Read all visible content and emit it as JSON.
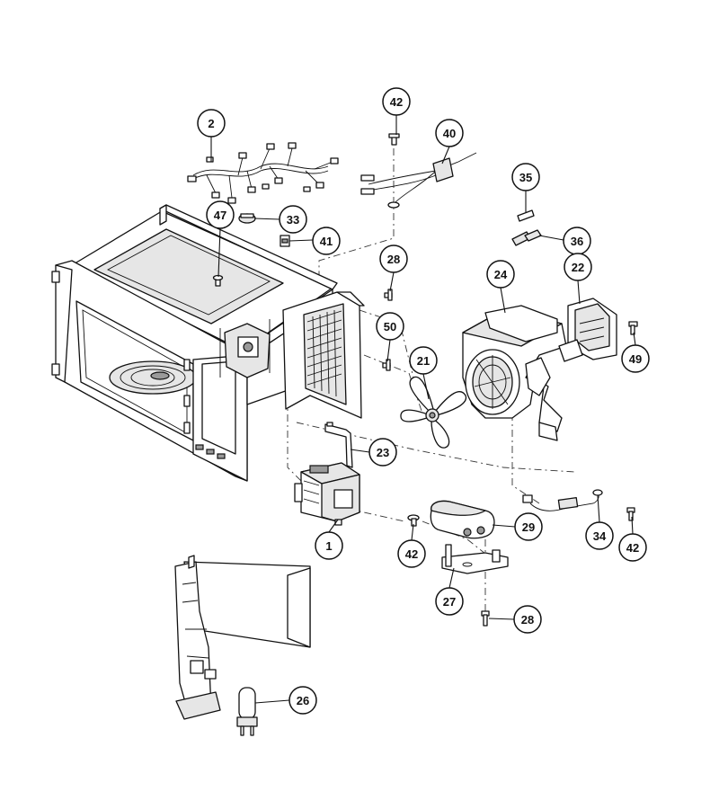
{
  "callouts": [
    {
      "id": "c2",
      "number": "2"
    },
    {
      "id": "c42a",
      "number": "42"
    },
    {
      "id": "c40",
      "number": "40"
    },
    {
      "id": "c47",
      "number": "47"
    },
    {
      "id": "c33",
      "number": "33"
    },
    {
      "id": "c41",
      "number": "41"
    },
    {
      "id": "c35",
      "number": "35"
    },
    {
      "id": "c36",
      "number": "36"
    },
    {
      "id": "c28a",
      "number": "28"
    },
    {
      "id": "c24",
      "number": "24"
    },
    {
      "id": "c22",
      "number": "22"
    },
    {
      "id": "c50",
      "number": "50"
    },
    {
      "id": "c21",
      "number": "21"
    },
    {
      "id": "c49",
      "number": "49"
    },
    {
      "id": "c23",
      "number": "23"
    },
    {
      "id": "c29",
      "number": "29"
    },
    {
      "id": "c34",
      "number": "34"
    },
    {
      "id": "c42b",
      "number": "42"
    },
    {
      "id": "c1",
      "number": "1"
    },
    {
      "id": "c42c",
      "number": "42"
    },
    {
      "id": "c27",
      "number": "27"
    },
    {
      "id": "c28b",
      "number": "28"
    },
    {
      "id": "c26",
      "number": "26"
    }
  ]
}
